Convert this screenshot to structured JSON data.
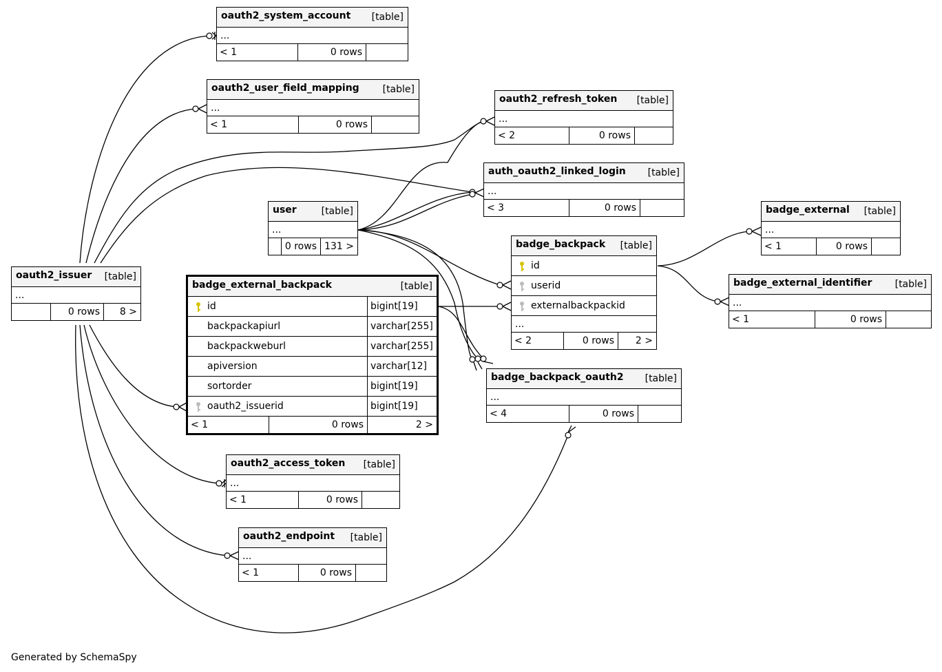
{
  "tables": {
    "oauth2_system_account": {
      "name": "oauth2_system_account",
      "type": "[table]",
      "ellipsis": "...",
      "parents": "< 1",
      "rows": "0 rows",
      "children": ""
    },
    "oauth2_user_field_mapping": {
      "name": "oauth2_user_field_mapping",
      "type": "[table]",
      "ellipsis": "...",
      "parents": "< 1",
      "rows": "0 rows",
      "children": ""
    },
    "oauth2_refresh_token": {
      "name": "oauth2_refresh_token",
      "type": "[table]",
      "ellipsis": "...",
      "parents": "< 2",
      "rows": "0 rows",
      "children": ""
    },
    "auth_oauth2_linked_login": {
      "name": "auth_oauth2_linked_login",
      "type": "[table]",
      "ellipsis": "...",
      "parents": "< 3",
      "rows": "0 rows",
      "children": ""
    },
    "user": {
      "name": "user",
      "type": "[table]",
      "ellipsis": "...",
      "parents": "",
      "rows": "0 rows",
      "children": "131 >"
    },
    "badge_external": {
      "name": "badge_external",
      "type": "[table]",
      "ellipsis": "...",
      "parents": "< 1",
      "rows": "0 rows",
      "children": ""
    },
    "badge_backpack": {
      "name": "badge_backpack",
      "type": "[table]",
      "columns": [
        "id",
        "userid",
        "externalbackpackid"
      ],
      "ellipsis": "...",
      "parents": "< 2",
      "rows": "0 rows",
      "children": "2 >"
    },
    "badge_external_identifier": {
      "name": "badge_external_identifier",
      "type": "[table]",
      "ellipsis": "...",
      "parents": "< 1",
      "rows": "0 rows",
      "children": ""
    },
    "oauth2_issuer": {
      "name": "oauth2_issuer",
      "type": "[table]",
      "ellipsis": "...",
      "parents": "",
      "rows": "0 rows",
      "children": "8 >"
    },
    "badge_external_backpack": {
      "name": "badge_external_backpack",
      "type": "[table]",
      "columns": [
        {
          "name": "id",
          "type": "bigint[19]"
        },
        {
          "name": "backpackapiurl",
          "type": "varchar[255]"
        },
        {
          "name": "backpackweburl",
          "type": "varchar[255]"
        },
        {
          "name": "apiversion",
          "type": "varchar[12]"
        },
        {
          "name": "sortorder",
          "type": "bigint[19]"
        },
        {
          "name": "oauth2_issuerid",
          "type": "bigint[19]"
        }
      ],
      "parents": "< 1",
      "rows": "0 rows",
      "children": "2 >"
    },
    "badge_backpack_oauth2": {
      "name": "badge_backpack_oauth2",
      "type": "[table]",
      "ellipsis": "...",
      "parents": "< 4",
      "rows": "0 rows",
      "children": ""
    },
    "oauth2_access_token": {
      "name": "oauth2_access_token",
      "type": "[table]",
      "ellipsis": "...",
      "parents": "< 1",
      "rows": "0 rows",
      "children": ""
    },
    "oauth2_endpoint": {
      "name": "oauth2_endpoint",
      "type": "[table]",
      "ellipsis": "...",
      "parents": "< 1",
      "rows": "0 rows",
      "children": ""
    }
  },
  "footer": "Generated by SchemaSpy",
  "colors": {
    "primary_key": "#d4c400",
    "foreign_key": "#bbbbbb",
    "header_bg": "#f4f4f4"
  }
}
